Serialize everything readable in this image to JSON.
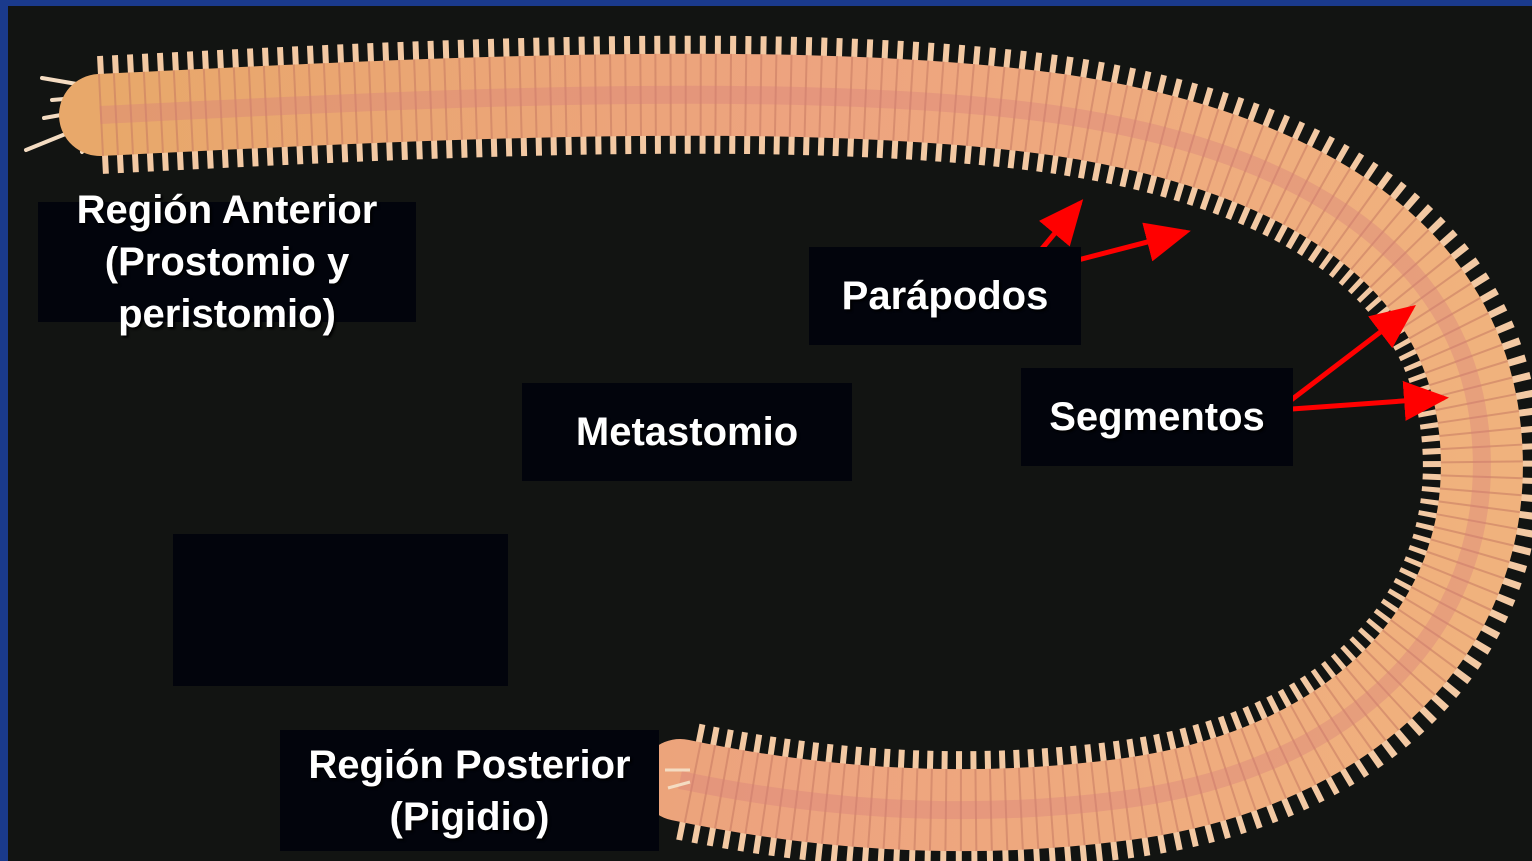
{
  "slide": {
    "border_color": "#1a3a8c",
    "background_color": "#121412"
  },
  "image": {
    "subject": "polychaete-worm",
    "body_color": "#e9a77a",
    "parapodia_color": "#f3c9a3"
  },
  "labels": {
    "anterior": "Región Anterior\n(Prostomio y\n peristomio)",
    "parapodos": "Parápodos",
    "metastomio": "Metastomio",
    "segmentos": "Segmentos",
    "posterior": "Región Posterior\n(Pigidio)",
    "blank_box": ""
  },
  "arrows": {
    "color": "#ff0000",
    "parapodos_count": 2,
    "segmentos_count": 2
  }
}
